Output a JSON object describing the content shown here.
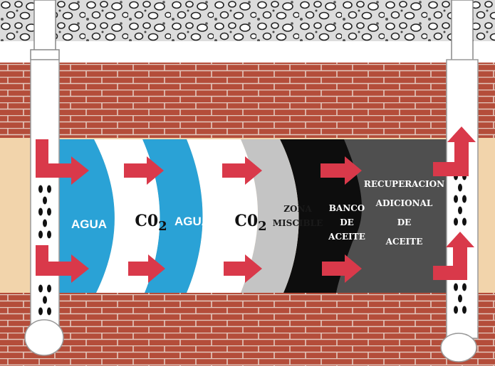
{
  "labels": {
    "agua_1": "AGUA",
    "co2_1_main": "C0",
    "co2_1_sub": "2",
    "agua_2": "AGUA",
    "co2_2_main": "C0",
    "co2_2_sub": "2",
    "zona_1": "ZONA",
    "zona_2": "MISCIBLE",
    "banco_1": "BANCO",
    "banco_2": "DE",
    "banco_3": "ACEITE",
    "rec_1": "RECUPERACION",
    "rec_2": "ADICIONAL",
    "rec_3": "DE",
    "rec_4": "ACEITE"
  },
  "colors": {
    "brick": "#b44d3a",
    "mortar": "#e3c8be",
    "sand": "#f2d4ab",
    "water": "#2aa2d6",
    "co2": "#ffffff",
    "miscible_zone": "#c4c4c4",
    "oil_bank": "#0d0d0d",
    "recovered_oil": "#4f4f4f",
    "arrow": "#d9394a",
    "gravel": "#d8d8d8"
  },
  "icons": [
    "injection-well-icon",
    "production-well-icon",
    "flow-arrow-icon",
    "perforation-icon"
  ]
}
